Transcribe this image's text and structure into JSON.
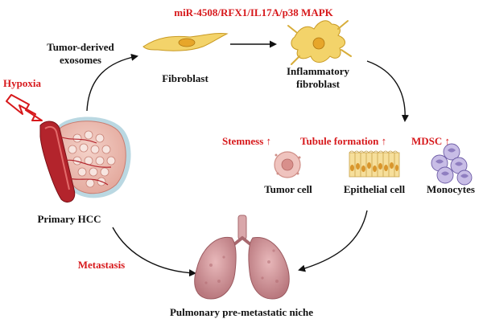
{
  "title": "miR-4508/RFX1/IL17A/p38 MAPK",
  "labels": {
    "hypoxia": "Hypoxia",
    "exosomes_line1": "Tumor-derived",
    "exosomes_line2": "exosomes",
    "fibroblast": "Fibroblast",
    "inflammatory_line1": "Inflammatory",
    "inflammatory_line2": "fibroblast",
    "stemness": "Stemness ↑",
    "tubule": "Tubule formation ↑",
    "mdsc": "MDSC ↑",
    "tumor_cell": "Tumor cell",
    "epithelial_cell": "Epithelial cell",
    "monocytes": "Monocytes",
    "primary_hcc": "Primary HCC",
    "metastasis": "Metastasis",
    "niche": "Pulmonary pre-metastatic niche"
  },
  "colors": {
    "accent_red": "#d7191c",
    "text": "#111111",
    "fibroblast": "#f3d36a",
    "tumor_cell": "#e9b7b2",
    "monocyte": "#8f7ec0",
    "lung": "#c98f94"
  }
}
